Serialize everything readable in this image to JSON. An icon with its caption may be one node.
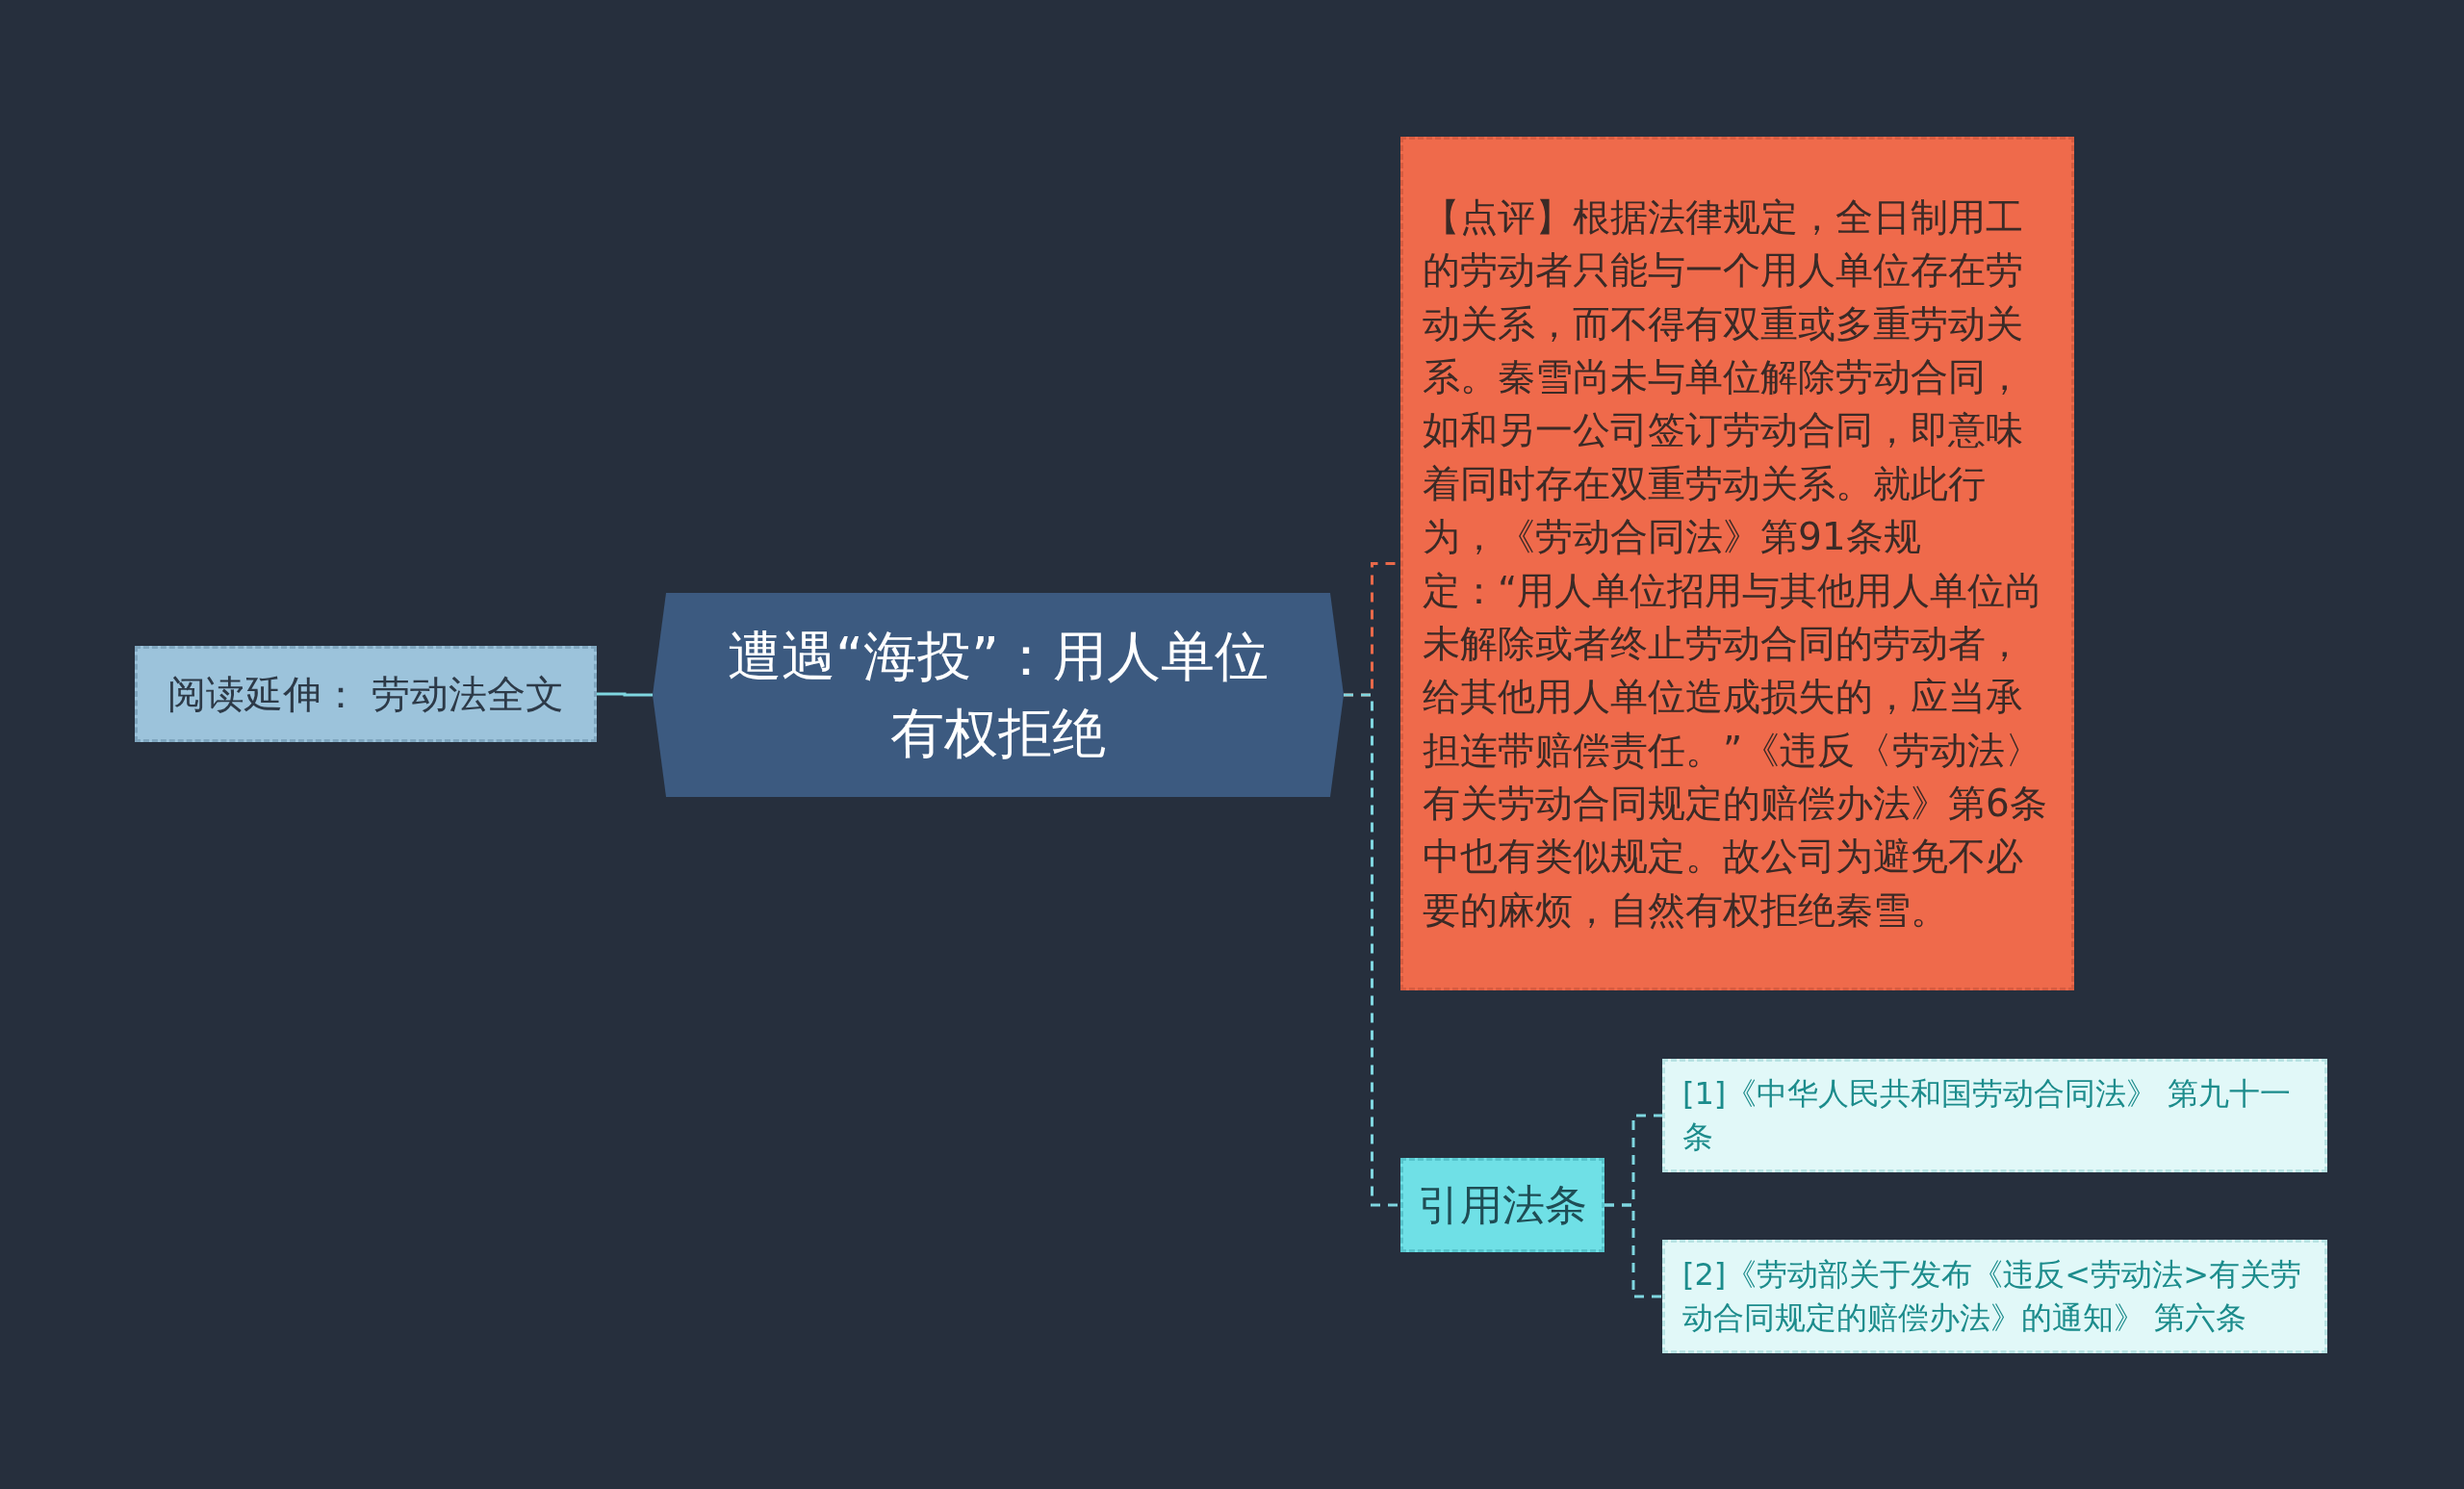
{
  "diagram": {
    "nodes": [
      {
        "text": [
          "遭遇“海投”：用人单位有权拒绝"
        ]
      },
      {
        "text": [
          "阅读延伸：  劳动法全文"
        ]
      },
      {
        "text": [
          "【点评】根据法律规定，全日制用工的劳动者只能与一个用人单位存在劳动关系，而不得有双重或多重劳动关系。秦雪尚未与单位解除劳动合同，如和另一公司签订劳动合同，即意味着同时存在双重劳动关系。就此行为，《劳动合同法》第91条规定：“用人单位招用与其他用人单位尚未解除或者终止劳动合同的劳动者，给其他用人单位造成损失的，应当承担连带赔偿责任。”《违反〈劳动法〉有关劳动合同规定的赔偿办法》第6条中也有类似规定。故公司为避免不必要的麻烦，自然有权拒绝秦雪。"
        ]
      },
      {
        "text": [
          "引用法条"
        ]
      },
      {
        "text": [
          "[1]《中华人民共和国劳动合同法》 第九十一条"
        ]
      },
      {
        "text": [
          "[2]《劳动部关于发布《违反<劳动法>有关劳动合同规定的赔偿办法》的通知》 第六条"
        ]
      }
    ],
    "edges": [
      {
        "from": 0,
        "to": 1,
        "arrow": "none"
      },
      {
        "from": 0,
        "to": 2,
        "arrow": "none",
        "style": "dashed",
        "color": "#e8694a"
      },
      {
        "from": 0,
        "to": 3,
        "arrow": "none",
        "style": "dashed"
      },
      {
        "from": 3,
        "to": 4,
        "arrow": "none",
        "style": "dashed"
      },
      {
        "from": 3,
        "to": 5,
        "arrow": "none",
        "style": "dashed"
      }
    ]
  }
}
